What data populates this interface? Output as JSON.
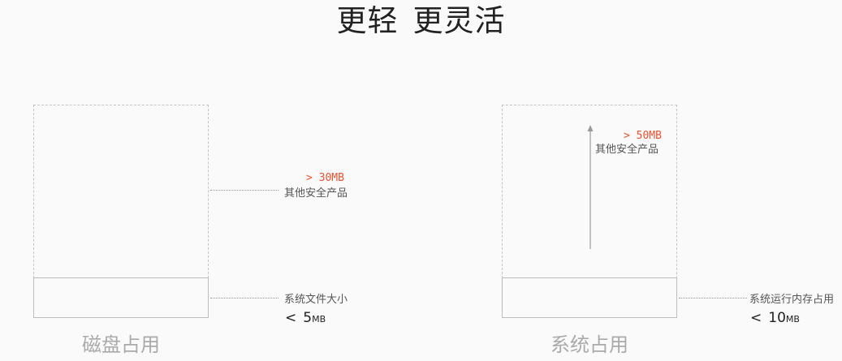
{
  "title": {
    "part1": "更轻",
    "part2": "更灵活"
  },
  "disk": {
    "caption": "磁盘占用",
    "other_value": "> 30MB",
    "other_label": "其他安全产品",
    "self_label": "系统文件大小",
    "self_lt": "<",
    "self_number": "5",
    "self_unit": "MB"
  },
  "system": {
    "caption": "系统占用",
    "other_value": "> 50MB",
    "other_label": "其他安全产品",
    "self_label": "系统运行内存占用",
    "self_lt": "<",
    "self_number": "10",
    "self_unit": "MB"
  },
  "colors": {
    "accent": "#f0522f",
    "caption": "#aaaaaa"
  }
}
